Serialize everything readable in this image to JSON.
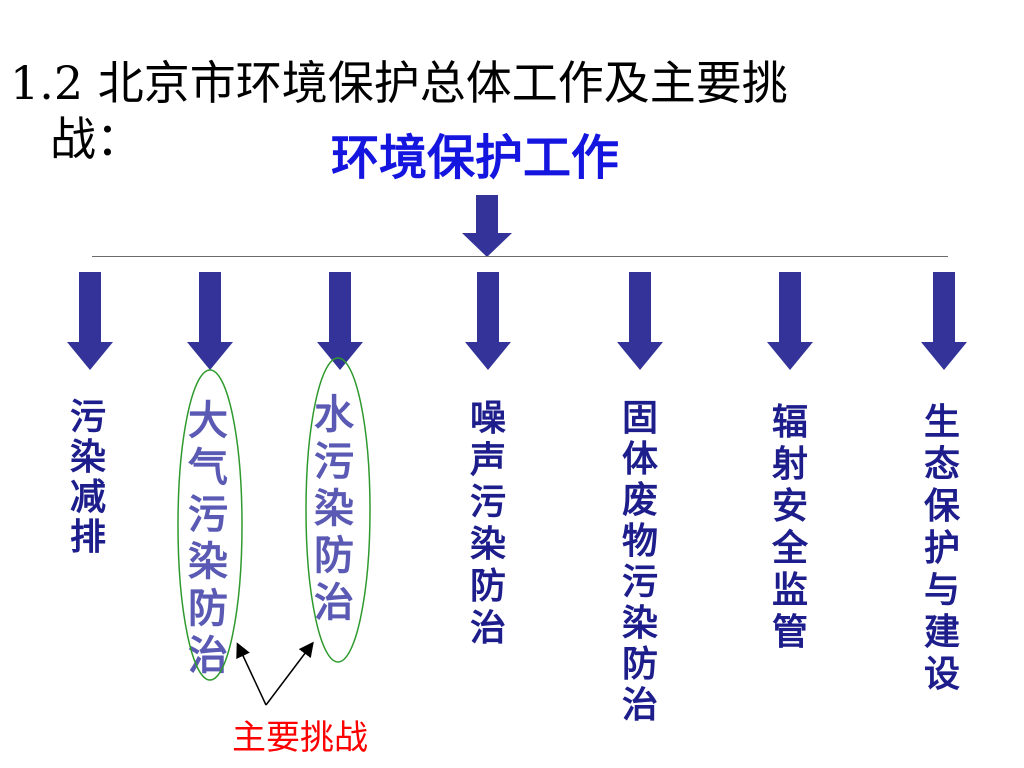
{
  "slide": {
    "title_line1": "1.2 北京市环境保护总体工作及主要挑",
    "title_line2": "战："
  },
  "diagram": {
    "root": "环境保护工作",
    "branches": [
      {
        "label": "污染减排"
      },
      {
        "label": "大气污染防治"
      },
      {
        "label": "水污染防治"
      },
      {
        "label": "噪声污染防治"
      },
      {
        "label": "固体废物污染防治"
      },
      {
        "label": "辐射安全监管"
      },
      {
        "label": "生态保护与建设"
      }
    ],
    "annotation": "主要挑战",
    "colors": {
      "arrow": "#333399",
      "root_text": "#1515e0",
      "branch_text": "#1d1d8c",
      "highlight_text": "#5a5ab4",
      "ellipse": "#2e9a2e",
      "annotation_text": "#ff0000"
    }
  }
}
